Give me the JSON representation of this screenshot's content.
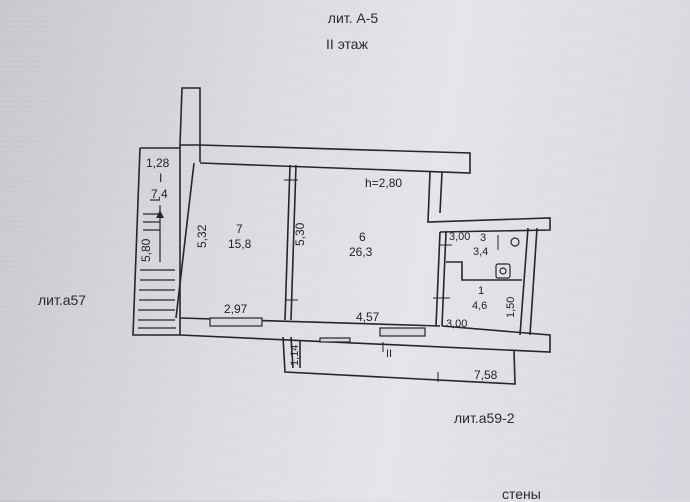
{
  "header": {
    "title": "лит. А-5",
    "floor": "II этаж"
  },
  "labels": {
    "left_building": "лит.а57",
    "right_building": "лит.а59-2",
    "bottom_cut": "стены"
  },
  "plan": {
    "stairs": {
      "width": "1,28",
      "number": "I",
      "area": "7,4",
      "length": "5,80"
    },
    "rooms": [
      {
        "number": "7",
        "area": "15,8",
        "height_dim": "5,32",
        "width_dim": "2,97"
      },
      {
        "number": "6",
        "area": "26,3",
        "height_dim": "5,30",
        "width_dim": "4,57",
        "ceiling": "h=2,80"
      },
      {
        "number": "3",
        "area": "3,4",
        "width_dim": "3,00"
      },
      {
        "number": "1",
        "area": "4,6",
        "width_dim": "3,00",
        "depth_dim": "1,50"
      }
    ],
    "balcony": {
      "number": "II",
      "depth": "1,14",
      "length": "7,58"
    }
  }
}
